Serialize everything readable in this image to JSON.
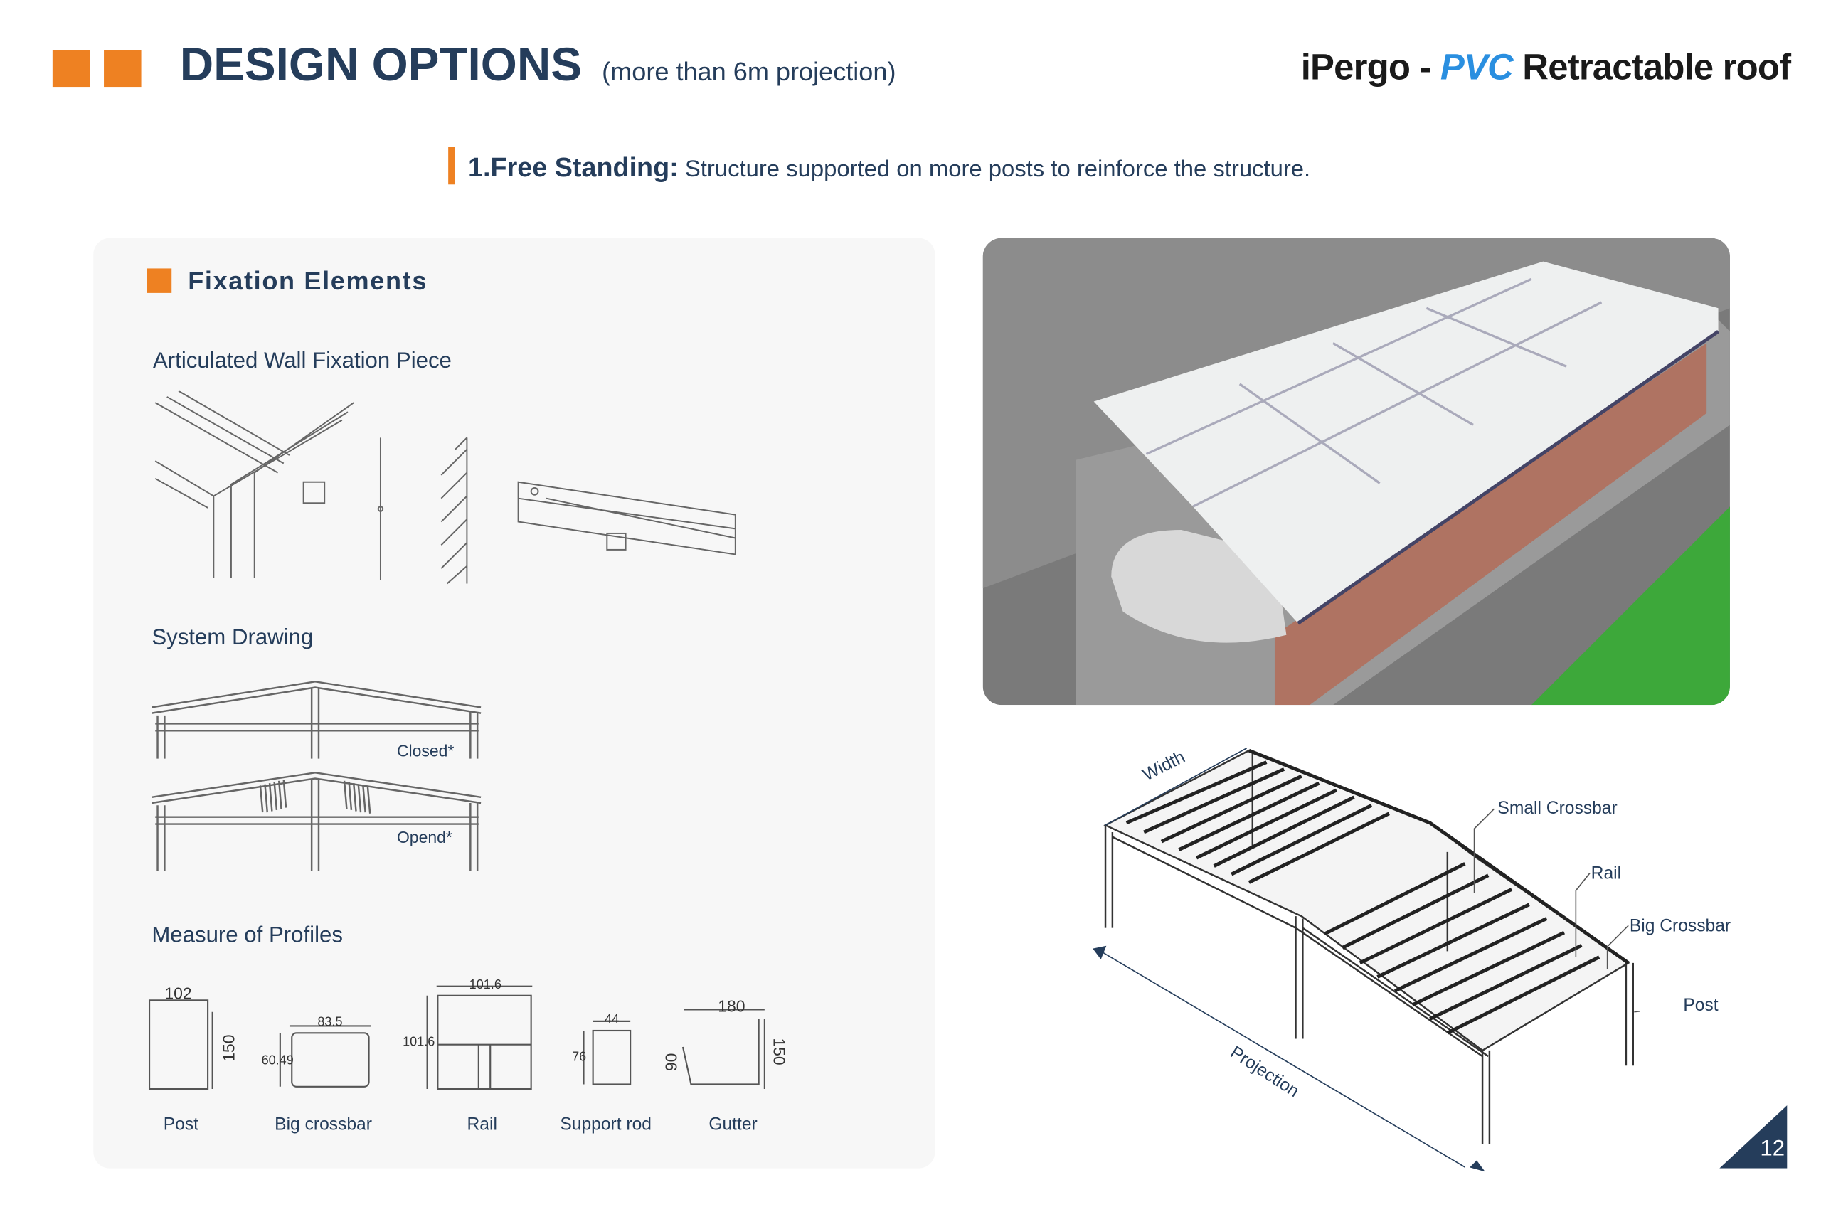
{
  "header": {
    "title": "DESIGN OPTIONS",
    "subtitle": "(more than 6m projection)",
    "brand_prefix": "iPergo - ",
    "brand_pvc": "PVC",
    "brand_suffix": " Retractable roof"
  },
  "option": {
    "label": "1.Free Standing:",
    "description": "Structure supported on more posts to reinforce the structure."
  },
  "fixation": {
    "heading": "Fixation Elements",
    "wall_piece_label": "Articulated Wall Fixation Piece",
    "system_drawing_label": "System Drawing",
    "closed_label": "Closed*",
    "opened_label": "Opend*",
    "profiles_label": "Measure of  Profiles",
    "profiles": [
      {
        "name": "Post",
        "dims": [
          "102",
          "150"
        ]
      },
      {
        "name": "Big crossbar",
        "dims": [
          "83.5",
          "60.49"
        ]
      },
      {
        "name": "Rail",
        "dims": [
          "101.6",
          "101.6"
        ]
      },
      {
        "name": "Support rod",
        "dims": [
          "44",
          "76"
        ]
      },
      {
        "name": "Gutter",
        "dims": [
          "180",
          "90",
          "150"
        ]
      }
    ]
  },
  "diagram": {
    "width_label": "Width",
    "projection_label": "Projection",
    "small_crossbar": "Small Crossbar",
    "rail": "Rail",
    "big_crossbar": "Big Crossbar",
    "post": "Post"
  },
  "page_number": "12",
  "colors": {
    "accent": "#ee8122",
    "navy": "#253d5b",
    "brand_blue": "#2a8fe0"
  }
}
